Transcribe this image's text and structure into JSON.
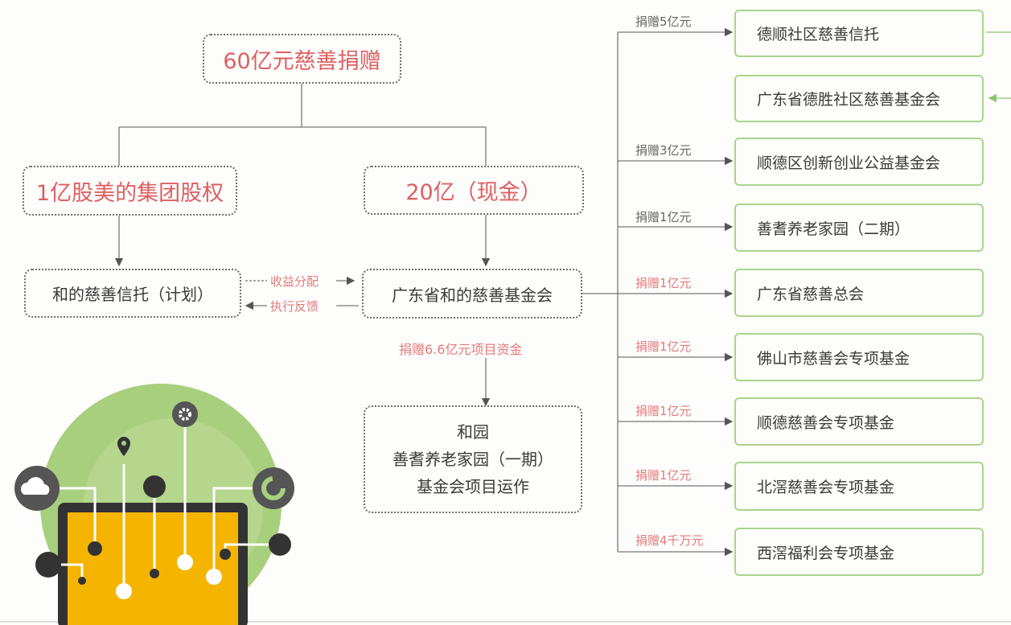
{
  "root": {
    "label": "60亿元慈善捐赠"
  },
  "equity": {
    "label": "1亿股美的集团股权"
  },
  "cash": {
    "label": "20亿（现金）"
  },
  "trust": {
    "label": "和的慈善信托（计划）"
  },
  "foundation": {
    "label": "广东省和的慈善基金会"
  },
  "flow_income": "收益分配",
  "flow_feedback": "执行反馈",
  "project_donation": "捐赠6.6亿元项目资金",
  "project_box": {
    "line1": "和园",
    "line2": "善耆养老家园（一期）",
    "line3": "基金会项目运作"
  },
  "recipients": [
    {
      "donation": "捐赠5亿元",
      "name": "德顺社区慈善信托"
    },
    {
      "donation": "",
      "name": "广东省德胜社区慈善基金会"
    },
    {
      "donation": "捐赠3亿元",
      "name": "顺德区创新创业公益基金会"
    },
    {
      "donation": "捐赠1亿元",
      "name": "善耆养老家园（二期）"
    },
    {
      "donation": "捐赠1亿元",
      "name": "广东省慈善总会"
    },
    {
      "donation": "捐赠1亿元",
      "name": "佛山市慈善会专项基金"
    },
    {
      "donation": "捐赠1亿元",
      "name": "顺德慈善会专项基金"
    },
    {
      "donation": "捐赠1亿元",
      "name": "北滘慈善会专项基金"
    },
    {
      "donation": "捐赠4千万元",
      "name": "西滘福利会专项基金"
    }
  ],
  "colors": {
    "accent_red": "#de5f63",
    "green_border": "#a9d48e",
    "laptop_yellow": "#f4b400",
    "circle_green": "#a8cf7e"
  }
}
